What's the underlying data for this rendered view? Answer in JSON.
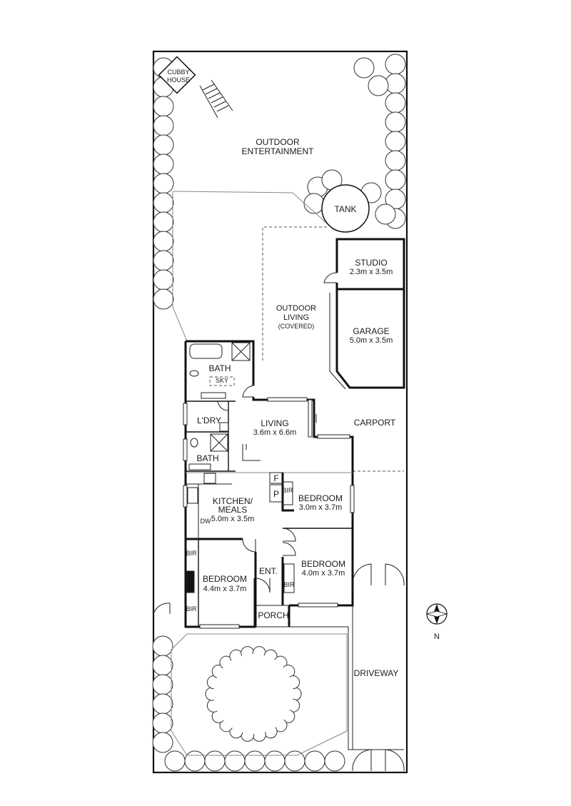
{
  "rooms": {
    "cubby": {
      "line1": "CUBBY",
      "line2": "HOUSE"
    },
    "outdoor_ent": {
      "line1": "OUTDOOR",
      "line2": "ENTERTAINMENT"
    },
    "tank": "TANK",
    "studio": {
      "name": "STUDIO",
      "size": "2.3m x 3.5m"
    },
    "outdoor_living": {
      "line1": "OUTDOOR",
      "line2": "LIVING",
      "line3": "(COVERED)"
    },
    "garage": {
      "name": "GARAGE",
      "size": "5.0m x 3.5m"
    },
    "bath_top": {
      "name": "BATH",
      "sky": "SKY"
    },
    "laundry": "L'DRY",
    "living": {
      "name": "LIVING",
      "size": "3.6m x 6.6m"
    },
    "carport": "CARPORT",
    "bath_lower": "BATH",
    "kitchen": {
      "line1": "KITCHEN/",
      "line2": "MEALS",
      "size": "5.0m x 3.5m",
      "dw": "DW"
    },
    "fridge": "F",
    "pantry": "P",
    "bir": "BIR",
    "bedroom_ne": {
      "name": "BEDROOM",
      "size": "3.0m x 3.7m"
    },
    "bedroom_sw": {
      "name": "BEDROOM",
      "size": "4.4m x 3.7m"
    },
    "entry": "ENT.",
    "bedroom_se": {
      "name": "BEDROOM",
      "size": "4.0m x 3.7m"
    },
    "porch": "PORCH",
    "driveway": "DRIVEWAY"
  },
  "compass": {
    "north": "N"
  }
}
